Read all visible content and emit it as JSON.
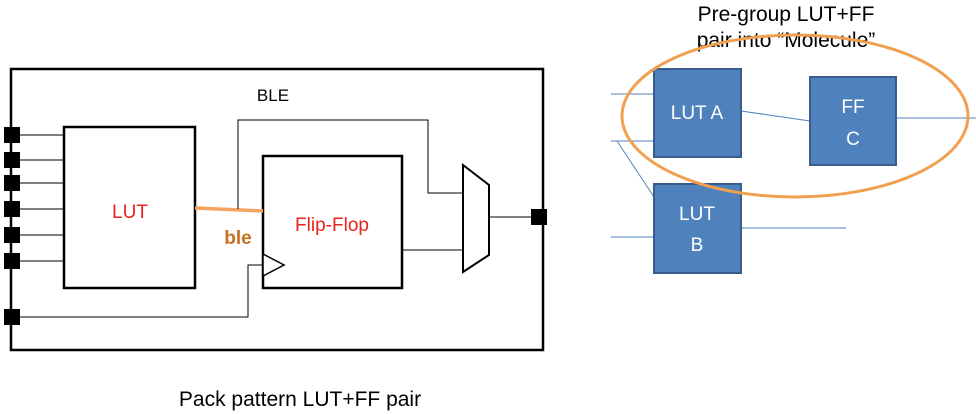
{
  "left": {
    "ble_title": "BLE",
    "lut_label": "LUT",
    "flipflop_label": "Flip-Flop",
    "ble_net_label": "ble",
    "caption": "Pack pattern LUT+FF pair"
  },
  "right": {
    "heading_line1": "Pre-group LUT+FF",
    "heading_line2": "pair into “Molecule”",
    "lut_a_label": "LUT A",
    "ff_c_line1": "FF",
    "ff_c_line2": "C",
    "lut_b_line1": "LUT",
    "lut_b_line2": "B"
  },
  "colors": {
    "line": "#000000",
    "label_red": "#e8241e",
    "ble_orange": "#f4a460",
    "ble_text": "#c8701f",
    "ellipse_orange": "#f0a050",
    "box_fill": "#4f81bd",
    "box_stroke": "#385d8a",
    "wire_blue": "#4f81bd"
  }
}
